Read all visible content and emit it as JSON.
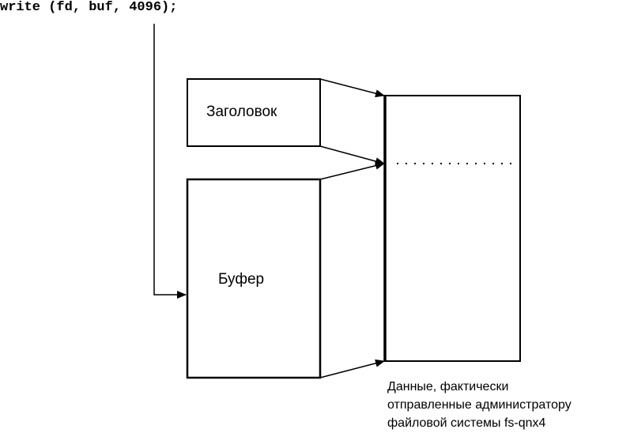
{
  "code_line": "write (fd, buf, 4096);",
  "boxes": {
    "header": "Заголовок",
    "buffer": "Буфер"
  },
  "caption": [
    "Данные, фактически",
    "отправленные администратору",
    "файловой системы fs-qnx4"
  ]
}
